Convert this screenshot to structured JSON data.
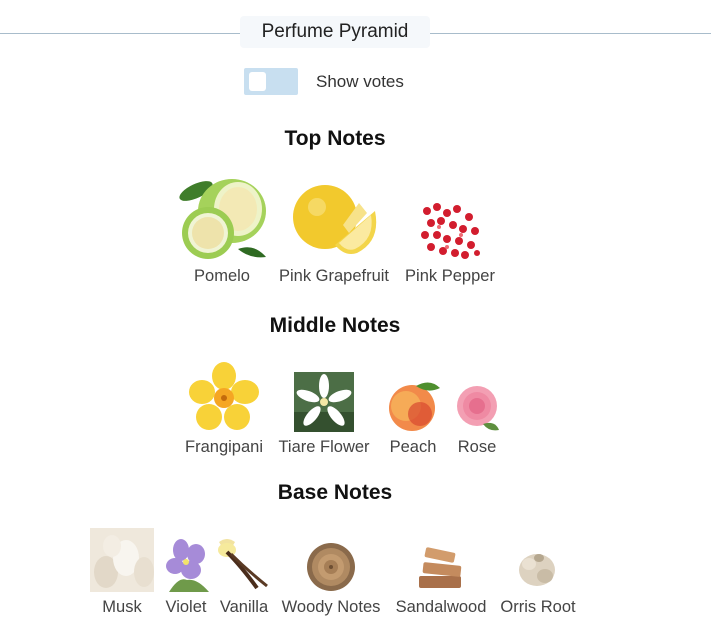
{
  "header": {
    "title": "Perfume Pyramid"
  },
  "votes_toggle": {
    "label": "Show votes",
    "on": false
  },
  "pyramid": {
    "top": {
      "title": "Top Notes",
      "notes": [
        {
          "name": "Pomelo",
          "icon": "pomelo-icon"
        },
        {
          "name": "Pink Grapefruit",
          "icon": "grapefruit-icon"
        },
        {
          "name": "Pink Pepper",
          "icon": "pink-pepper-icon"
        }
      ]
    },
    "middle": {
      "title": "Middle Notes",
      "notes": [
        {
          "name": "Frangipani",
          "icon": "frangipani-icon"
        },
        {
          "name": "Tiare Flower",
          "icon": "tiare-flower-icon"
        },
        {
          "name": "Peach",
          "icon": "peach-icon"
        },
        {
          "name": "Rose",
          "icon": "rose-icon"
        }
      ]
    },
    "base": {
      "title": "Base Notes",
      "notes": [
        {
          "name": "Musk",
          "icon": "musk-icon"
        },
        {
          "name": "Violet",
          "icon": "violet-icon"
        },
        {
          "name": "Vanilla",
          "icon": "vanilla-icon"
        },
        {
          "name": "Woody Notes",
          "icon": "wood-icon"
        },
        {
          "name": "Sandalwood",
          "icon": "sandalwood-icon"
        },
        {
          "name": "Orris Root",
          "icon": "orris-root-icon"
        }
      ]
    }
  }
}
